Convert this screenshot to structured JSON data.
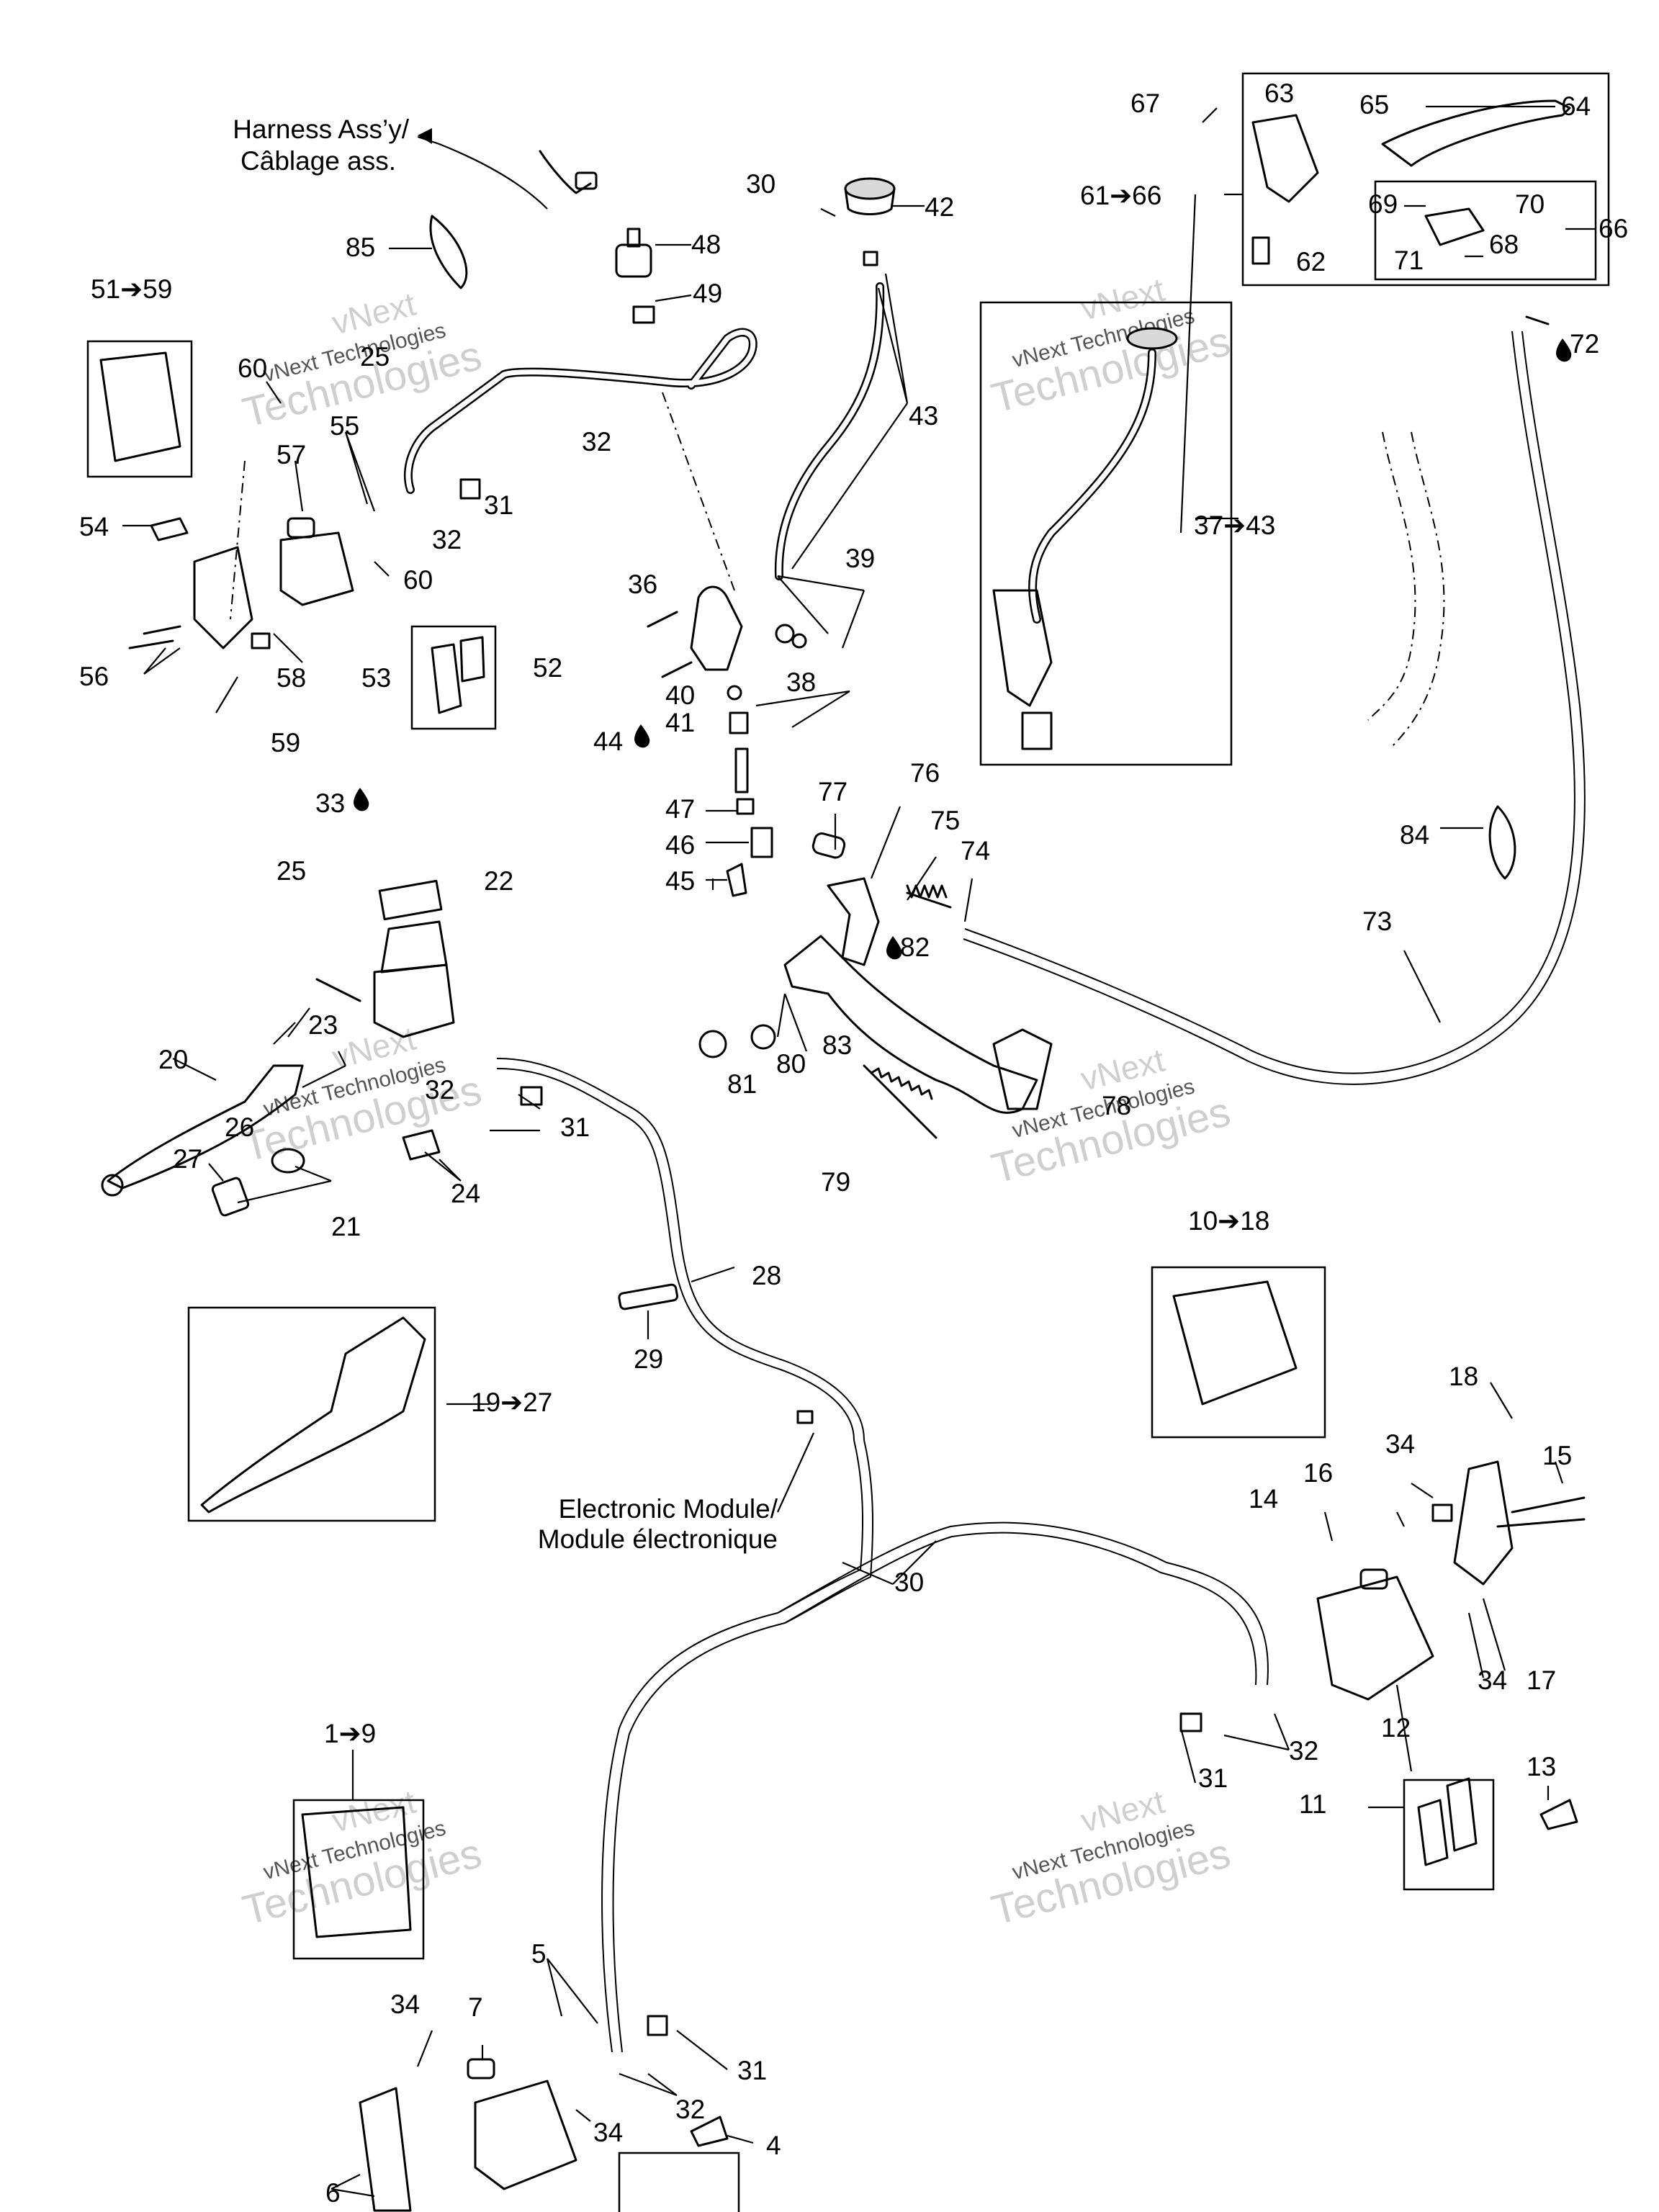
{
  "notes": {
    "harness_en": "Harness Ass’y/",
    "harness_fr": "Câblage ass.",
    "module_en": "Electronic Module/",
    "module_fr": "Module électronique"
  },
  "watermark": {
    "line1": "vNext",
    "line2": "vNext Technologies",
    "line3": "Technologies"
  },
  "callouts": {
    "c1_9": "1➔9",
    "c4": "4",
    "c5": "5",
    "c6": "6",
    "c7": "7",
    "c10_18": "10➔18",
    "c11": "11",
    "c12": "12",
    "c13": "13",
    "c14": "14",
    "c15": "15",
    "c16": "16",
    "c17": "17",
    "c18": "18",
    "c19_27": "19➔27",
    "c20": "20",
    "c21": "21",
    "c22": "22",
    "c23": "23",
    "c24": "24",
    "c25a": "25",
    "c25b": "25",
    "c26": "26",
    "c27": "27",
    "c28": "28",
    "c29": "29",
    "c30a": "30",
    "c30b": "30",
    "c31a": "31",
    "c31b": "31",
    "c31c": "31",
    "c31d": "31",
    "c32a": "32",
    "c32b": "32",
    "c32c": "32",
    "c32d": "32",
    "c32e": "32",
    "c33": "33",
    "c34a": "34",
    "c34b": "34",
    "c34c": "34",
    "c34d": "34",
    "c36": "36",
    "c37_43": "37➔43",
    "c38": "38",
    "c39": "39",
    "c40": "40",
    "c41": "41",
    "c42": "42",
    "c43": "43",
    "c44": "44",
    "c45": "45",
    "c46": "46",
    "c47": "47",
    "c48": "48",
    "c49": "49",
    "c51_59": "51➔59",
    "c52": "52",
    "c53": "53",
    "c54": "54",
    "c55": "55",
    "c56": "56",
    "c57": "57",
    "c58": "58",
    "c59": "59",
    "c60a": "60",
    "c60b": "60",
    "c61_66": "61➔66",
    "c62": "62",
    "c63": "63",
    "c64": "64",
    "c65": "65",
    "c66": "66",
    "c67": "67",
    "c68": "68",
    "c69": "69",
    "c70": "70",
    "c71": "71",
    "c72": "72",
    "c73": "73",
    "c74": "74",
    "c75": "75",
    "c76": "76",
    "c77": "77",
    "c78": "78",
    "c79": "79",
    "c80": "80",
    "c81": "81",
    "c82": "82",
    "c83": "83",
    "c84": "84",
    "c85": "85"
  }
}
